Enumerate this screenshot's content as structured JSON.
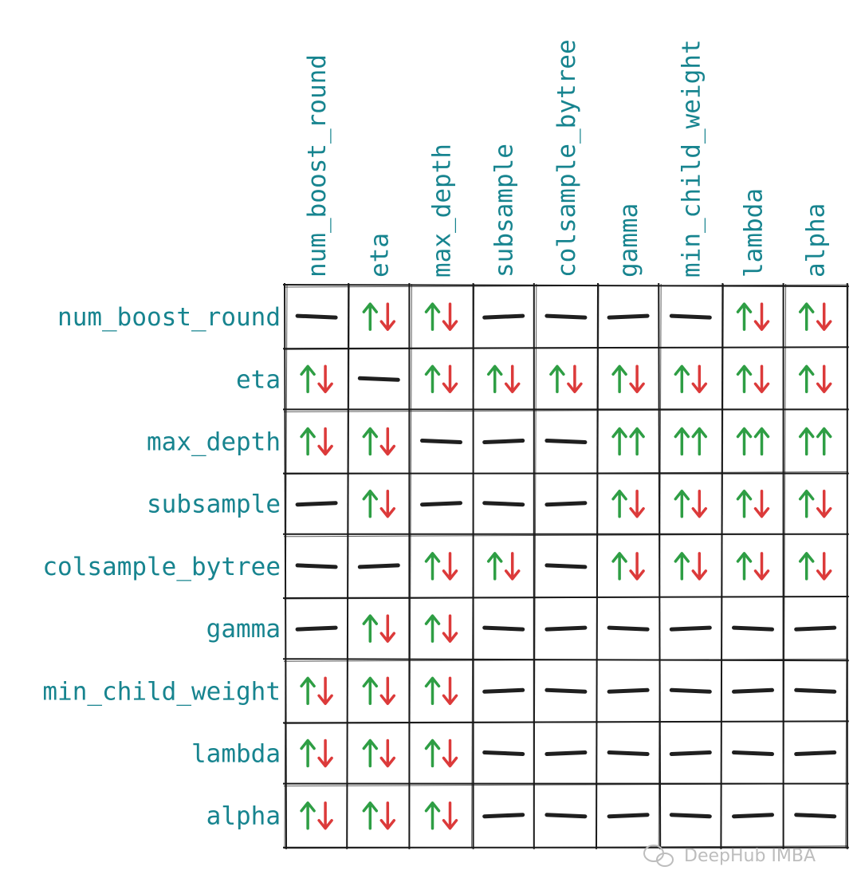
{
  "columns": [
    "num_boost_round",
    "eta",
    "max_depth",
    "subsample",
    "colsample_bytree",
    "gamma",
    "min_child_weight",
    "lambda",
    "alpha"
  ],
  "rows": [
    "num_boost_round",
    "eta",
    "max_depth",
    "subsample",
    "colsample_bytree",
    "gamma",
    "min_child_weight",
    "lambda",
    "alpha"
  ],
  "legend_codes": {
    "N": "none",
    "B": "increase-decrease",
    "U": "increase-increase"
  },
  "matrix": [
    [
      "N",
      "B",
      "B",
      "N",
      "N",
      "N",
      "N",
      "B",
      "B"
    ],
    [
      "B",
      "N",
      "B",
      "B",
      "B",
      "B",
      "B",
      "B",
      "B"
    ],
    [
      "B",
      "B",
      "N",
      "N",
      "N",
      "U",
      "U",
      "U",
      "U"
    ],
    [
      "N",
      "B",
      "N",
      "N",
      "N",
      "B",
      "B",
      "B",
      "B"
    ],
    [
      "N",
      "N",
      "B",
      "B",
      "N",
      "B",
      "B",
      "B",
      "B"
    ],
    [
      "N",
      "B",
      "B",
      "N",
      "N",
      "N",
      "N",
      "N",
      "N"
    ],
    [
      "B",
      "B",
      "B",
      "N",
      "N",
      "N",
      "N",
      "N",
      "N"
    ],
    [
      "B",
      "B",
      "B",
      "N",
      "N",
      "N",
      "N",
      "N",
      "N"
    ],
    [
      "B",
      "B",
      "B",
      "N",
      "N",
      "N",
      "N",
      "N",
      "N"
    ]
  ],
  "colors": {
    "label": "#17848f",
    "up": "#2e9e44",
    "down": "#dc3a3a",
    "dash": "#1f1f1f",
    "grid": "#1a1a1a"
  },
  "watermark": "DeepHub IMBA"
}
